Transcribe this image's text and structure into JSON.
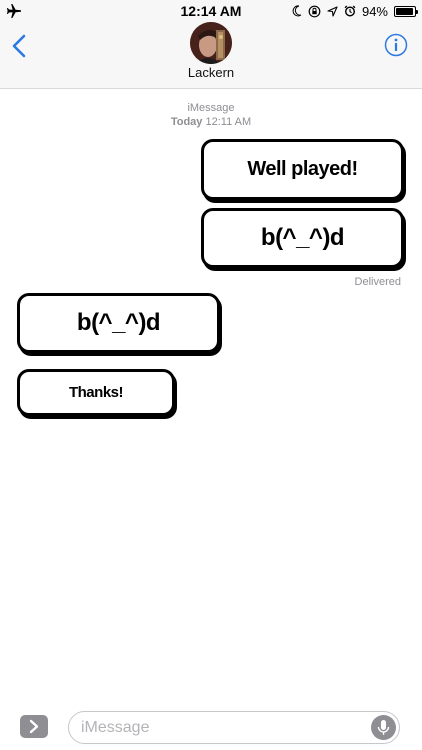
{
  "status_bar": {
    "time": "12:14 AM",
    "battery_percent": "94%",
    "battery_level": 0.94,
    "icons": [
      "airplane-icon",
      "moon-icon",
      "rotation-lock-icon",
      "location-icon",
      "alarm-icon",
      "battery-icon"
    ]
  },
  "nav": {
    "contact_name": "Lackern",
    "back_icon": "chevron-left-icon",
    "info_icon": "info-icon",
    "accent_color": "#2a7ae2"
  },
  "conversation": {
    "service": "iMessage",
    "day": "Today",
    "time": "12:11 AM",
    "messages": [
      {
        "direction": "outgoing",
        "text": "Well played!"
      },
      {
        "direction": "outgoing",
        "text": "b(^_^)d"
      },
      {
        "direction": "incoming",
        "text": "b(^_^)d"
      },
      {
        "direction": "incoming",
        "text": "Thanks!"
      }
    ],
    "delivered_label": "Delivered"
  },
  "input_bar": {
    "placeholder": "iMessage",
    "value": "",
    "apps_icon": "chevron-right-icon",
    "mic_icon": "microphone-icon"
  }
}
